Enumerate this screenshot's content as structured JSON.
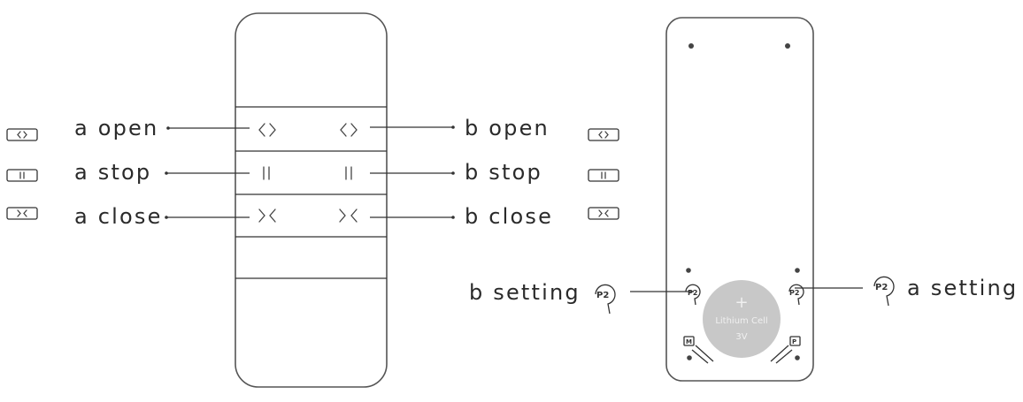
{
  "labels": {
    "a_open": "a open",
    "a_stop": "a stop",
    "a_close": "a close",
    "b_open": "b open",
    "b_stop": "b stop",
    "b_close": "b close",
    "b_setting": "b setting",
    "a_setting": "a setting"
  },
  "buttons": {
    "p2": "P2",
    "m": "M",
    "reset": "P"
  },
  "battery": {
    "plus": "+",
    "line1": "Lithium Cell",
    "line2": "3V"
  },
  "colors": {
    "line": "#333333",
    "outline": "#555555",
    "battery": "#c8c8c8"
  }
}
